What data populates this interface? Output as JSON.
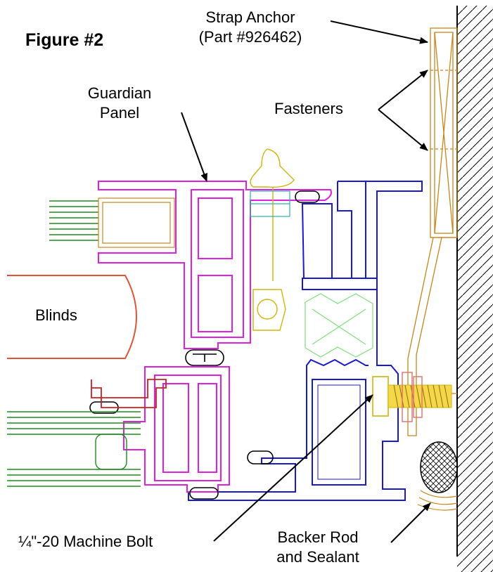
{
  "figure": {
    "title": "Figure #2"
  },
  "labels": {
    "strap_anchor": "Strap Anchor",
    "part_number": "(Part #926462)",
    "guardian": "Guardian",
    "panel": "Panel",
    "fasteners": "Fasteners",
    "blinds": "Blinds",
    "machine_bolt": "¼\"-20 Machine Bolt",
    "backer_rod": "Backer Rod",
    "and_sealant": "and Sealant"
  },
  "colors": {
    "panel_frame": "#e020e0",
    "window_frame": "#1a1acc",
    "anchor": "#c8851a",
    "glazing": "#1e8a1e",
    "blinds": "#e0553a",
    "bolt": "#d4b40a",
    "washer": "#e07070",
    "thermal_break": "#80e080",
    "gasket": "#cc2020",
    "wall": "#000000",
    "leader": "#000000"
  }
}
